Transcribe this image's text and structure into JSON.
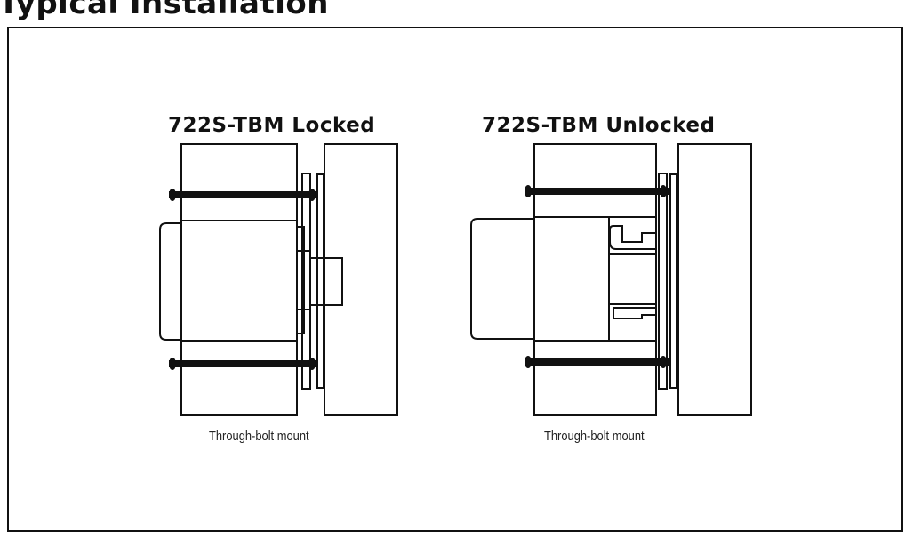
{
  "page": {
    "heading": "Typical Installation"
  },
  "drawings": [
    {
      "title": "722S-TBM Locked",
      "caption": "Through-bolt mount",
      "state": "locked"
    },
    {
      "title": "722S-TBM Unlocked",
      "caption": "Through-bolt mount",
      "state": "unlocked"
    }
  ]
}
